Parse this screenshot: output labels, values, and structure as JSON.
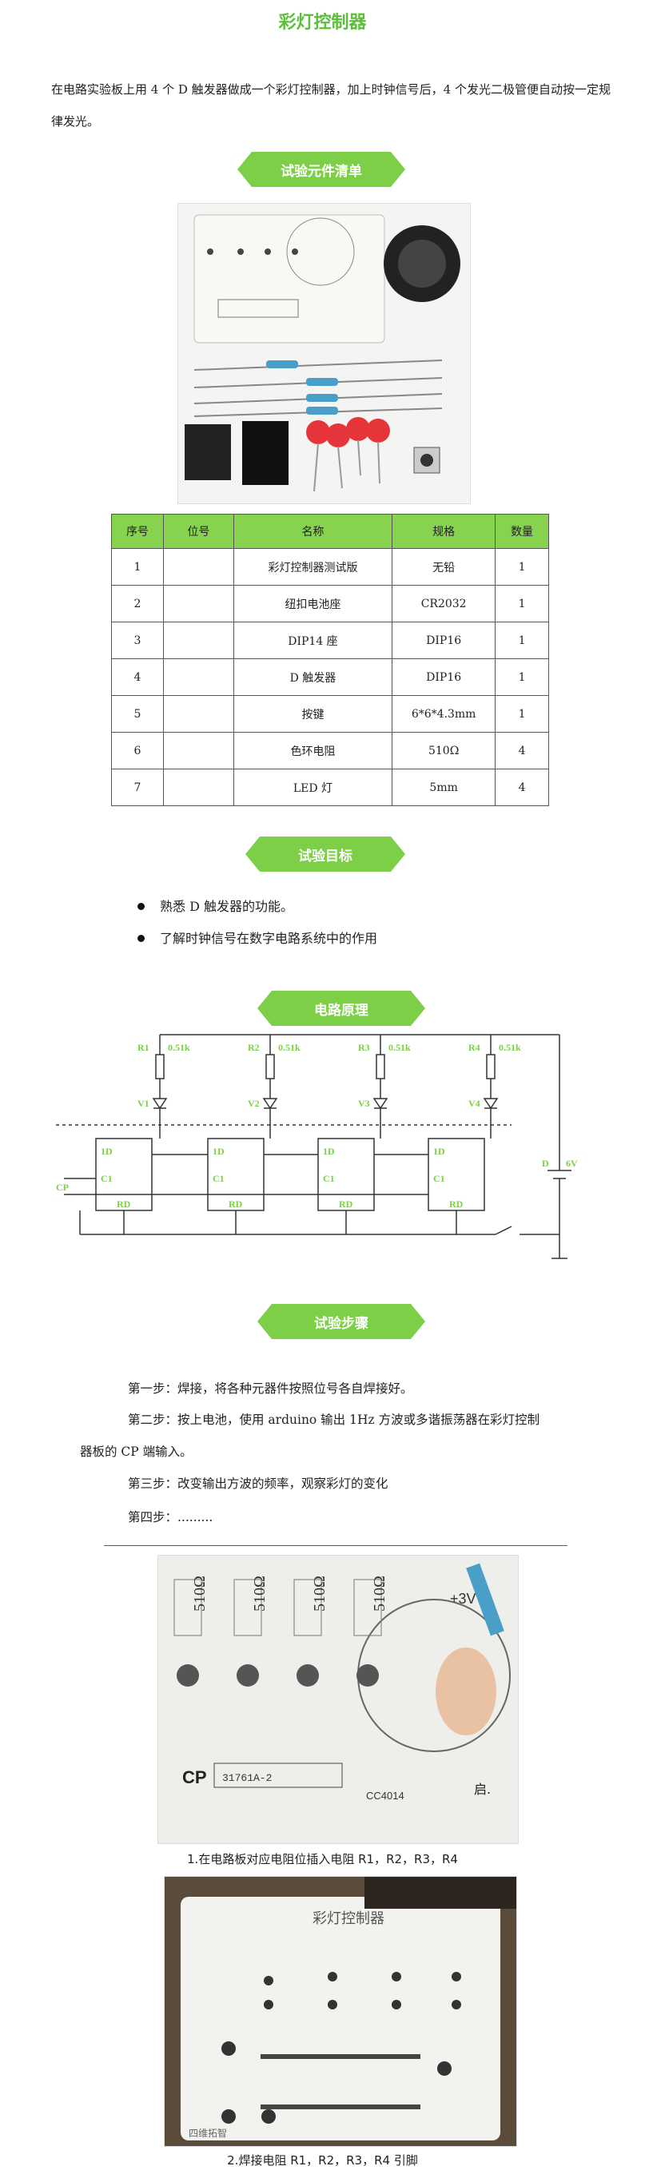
{
  "page": {
    "title": "彩灯控制器",
    "intro": "在电路实验板上用 4 个 D 触发器做成一个彩灯控制器，加上时钟信号后，4 个发光二极管便自动按一定规律发光。"
  },
  "sections": {
    "components": "试验元件清单",
    "goals": "试验目标",
    "circuit": "电路原理",
    "steps": "试验步骤"
  },
  "parts_table": {
    "headers": [
      "序号",
      "位号",
      "名称",
      "规格",
      "数量"
    ],
    "rows": [
      [
        "1",
        "",
        "彩灯控制器测试版",
        "无铅",
        "1"
      ],
      [
        "2",
        "",
        "纽扣电池座",
        "CR2032",
        "1"
      ],
      [
        "3",
        "",
        "DIP14 座",
        "DIP16",
        "1"
      ],
      [
        "4",
        "",
        "D 触发器",
        "DIP16",
        "1"
      ],
      [
        "5",
        "",
        "按键",
        "6*6*4.3mm",
        "1"
      ],
      [
        "6",
        "",
        "色环电阻",
        "510Ω",
        "4"
      ],
      [
        "7",
        "",
        "LED 灯",
        "5mm",
        "4"
      ]
    ]
  },
  "goals": [
    "熟悉 D 触发器的功能。",
    "了解时钟信号在数字电路系统中的作用"
  ],
  "schematic": {
    "resistors": [
      "R1",
      "R2",
      "R3",
      "R4"
    ],
    "resistor_value": "0.51k",
    "leds": [
      "V1",
      "V2",
      "V3",
      "V4"
    ],
    "ff_d": "1D",
    "ff_c": "C1",
    "ff_rd": "RD",
    "clock": "CP",
    "battery_label": "D",
    "battery_voltage": "6V"
  },
  "steps": {
    "s1": "第一步：焊接，将各种元器件按照位号各自焊接好。",
    "s2a": "第二步：按上电池，使用 arduino 输出 1Hz 方波或多谐振荡器在彩灯控制",
    "s2b": "器板的 CP 端输入。",
    "s3": "第三步：改变输出方波的频率，观察彩灯的变化",
    "s4": "第四步：........."
  },
  "board_labels": {
    "res": "510Ω",
    "v3": "+3V",
    "cp": "CP",
    "chip": "31761A-2",
    "cc": "CC4014",
    "start": "启.",
    "pcb_title": "彩灯控制器",
    "brand": "四维拓智"
  },
  "captions": {
    "c1": "1.在电路板对应电阻位插入电阻 R1，R2，R3，R4",
    "c2": "2.焊接电阻 R1，R2，R3，R4 引脚"
  }
}
